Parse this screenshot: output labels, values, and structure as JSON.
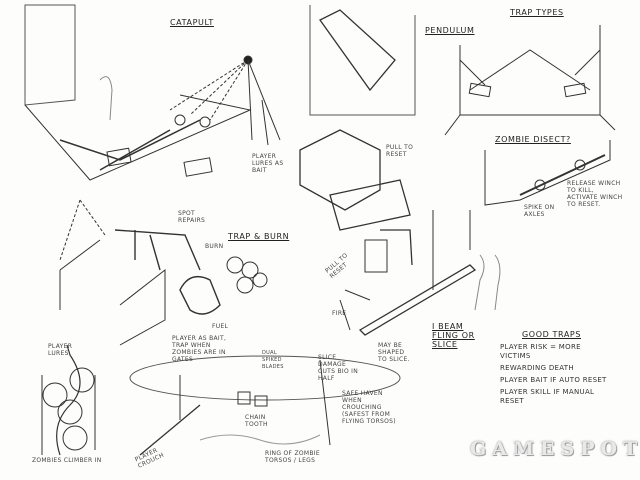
{
  "sketches": {
    "catapult": {
      "title": "CATAPULT",
      "note": "PLAYER LURES AS BAIT"
    },
    "pendulum": {
      "title": "PENDULUM",
      "note": "PULL TO RESET"
    },
    "trap_types": {
      "title": "TRAP TYPES"
    },
    "zombie_disect": {
      "title": "ZOMBIE DISECT?",
      "note_release": "RELEASE WINCH TO KILL, ACTIVATE WINCH TO RESET.",
      "note_spikes": "SPIKE ON AXLES"
    },
    "trap_burn": {
      "title": "TRAP & BURN",
      "spot_repairs": "SPOT REPAIRS",
      "burn": "BURN",
      "fuel": "FUEL",
      "note": "PLAYER AS BAIT, TRAP WHEN ZOMBIES ARE IN GATES"
    },
    "i_beam": {
      "title": "I BEAM FLING OR SLICE",
      "pull_to_reset": "PULL TO RESET",
      "fire": "FIRE",
      "note": "MAY BE SHAPED TO SLICE."
    },
    "blades": {
      "dual_blades": "DUAL SPIKED BLADES",
      "slice": "SLICE DAMAGE CUTS BIO IN HALF",
      "safe_haven": "SAFE HAVEN WHEN CROUCHING (SAFEST FROM FLYING TORSOS)",
      "crouch": "PLAYER CROUCH",
      "ring": "RING OF ZOMBIE TORSOS / LEGS",
      "chain": "CHAIN TOOTH"
    },
    "climber": {
      "lures": "PLAYER LURES",
      "label": "ZOMBIES CLIMBER IN"
    }
  },
  "good_traps": {
    "title": "GOOD TRAPS",
    "items": [
      "PLAYER RISK = MORE VICTIMS",
      "REWARDING DEATH",
      "PLAYER BAIT IF AUTO RESET",
      "PLAYER SKILL IF MANUAL RESET"
    ]
  },
  "watermark": "GAMESPOT"
}
